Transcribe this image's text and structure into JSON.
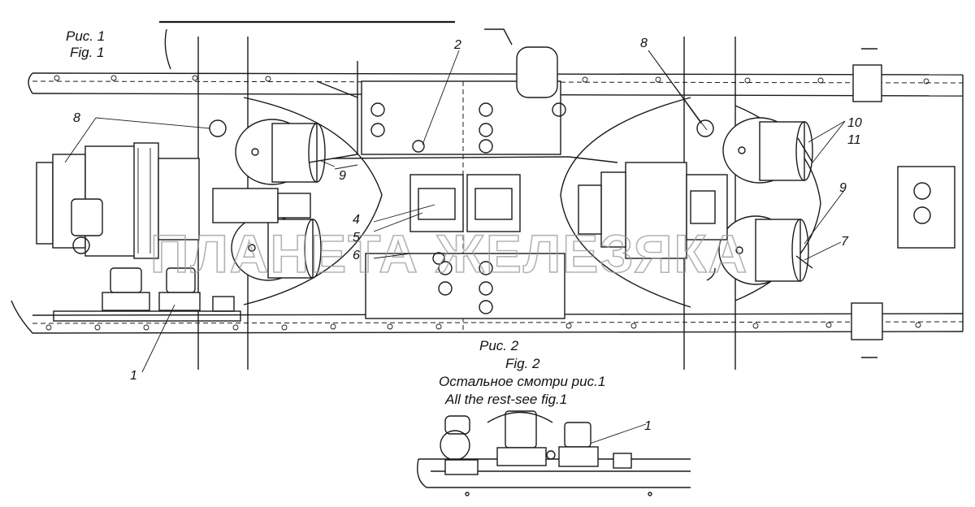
{
  "figure1": {
    "caption_ru": "Рис. 1",
    "caption_en": "Fig. 1"
  },
  "figure2": {
    "caption_ru": "Рис. 2",
    "caption_en": "Fig. 2",
    "note_ru": "Остальное смотри рис.1",
    "note_en": "All the rest-see fig.1"
  },
  "callouts": {
    "c1a": "1",
    "c1b": "1",
    "c2": "2",
    "c4": "4",
    "c5": "5",
    "c6": "6",
    "c7": "7",
    "c8a": "8",
    "c8b": "8",
    "c9a": "9",
    "c9b": "9",
    "c10": "10",
    "c11": "11"
  },
  "watermark": "ПЛАНЕТА ЖЕЛЕЗЯКА"
}
